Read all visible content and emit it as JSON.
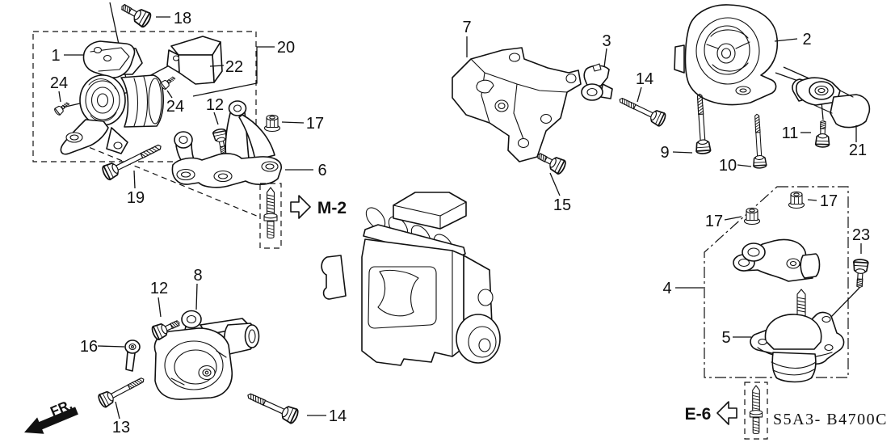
{
  "diagram": {
    "part_code": "S5A3- B4700C",
    "front_marker": "FR.",
    "detail_refs": {
      "m2": "M-2",
      "e6": "E-6"
    },
    "callouts": {
      "n1": "1",
      "n2": "2",
      "n3": "3",
      "n4": "4",
      "n5": "5",
      "n6": "6",
      "n7": "7",
      "n8": "8",
      "n9": "9",
      "n10": "10",
      "n11": "11",
      "n12": "12",
      "n13": "13",
      "n14": "14",
      "n15": "15",
      "n16": "16",
      "n17": "17",
      "n18": "18",
      "n19": "19",
      "n20": "20",
      "n21": "21",
      "n22": "22",
      "n23": "23",
      "n24": "24"
    },
    "colors": {
      "line": "#111111",
      "background": "#ffffff"
    }
  }
}
